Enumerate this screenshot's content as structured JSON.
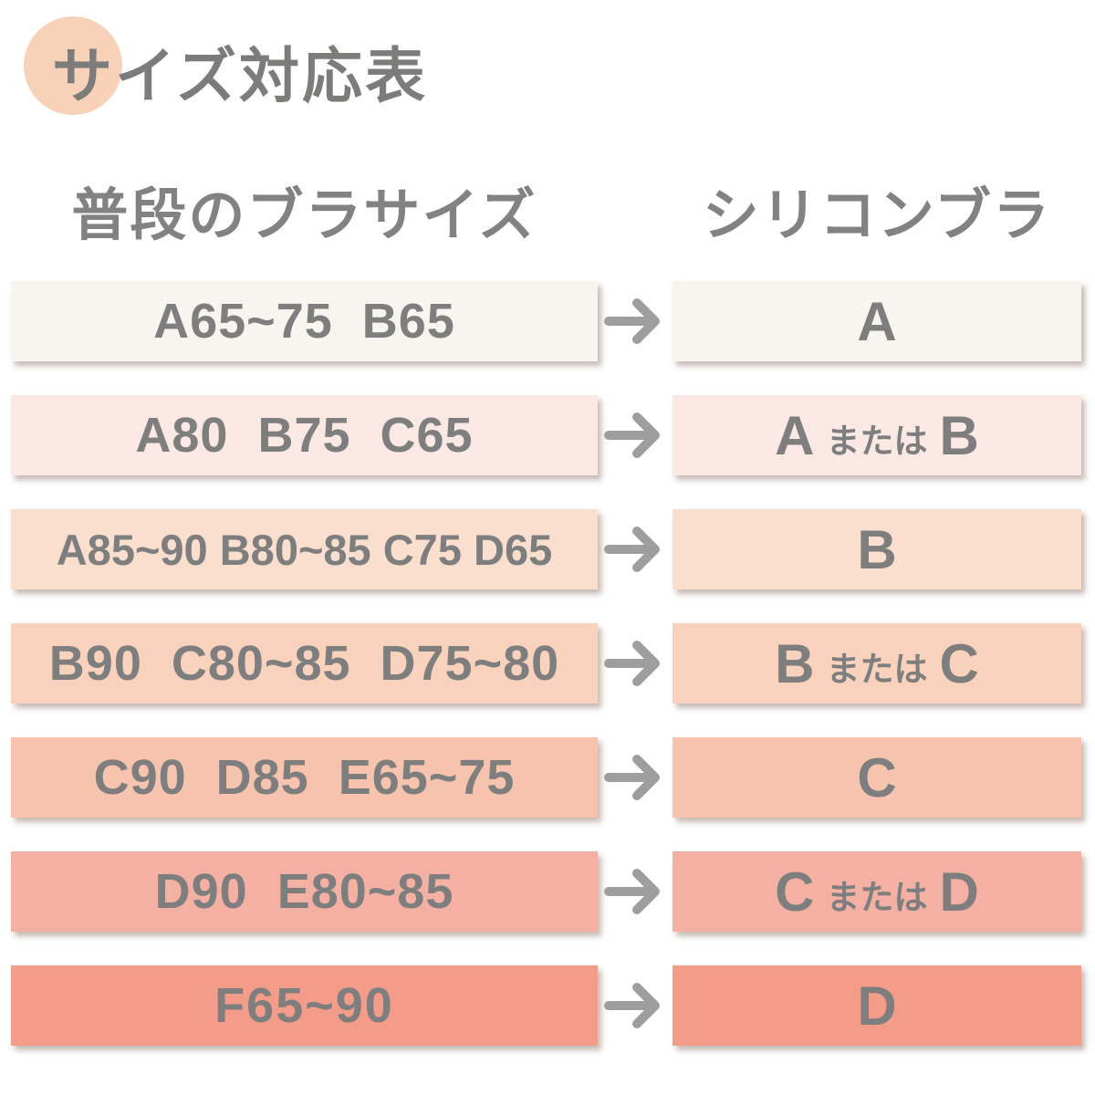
{
  "page": {
    "background": "#ffffff"
  },
  "title": {
    "text": "サイズ対応表",
    "circle_color": "#f8d2b8",
    "text_color": "#7c7c7a"
  },
  "headers": {
    "left": "普段のブラサイズ",
    "right": "シリコンブラ",
    "text_color": "#828282"
  },
  "arrow": {
    "name": "right-arrow",
    "color": "#9e9e9e"
  },
  "table": {
    "text_color": "#7e7e7e",
    "conjunction_word": "または",
    "rows": [
      {
        "left": "A65~75  B65",
        "right": [
          "A"
        ],
        "color": "#f8f4ef"
      },
      {
        "left": "A80  B75  C65",
        "right": [
          "A",
          "または",
          "B"
        ],
        "color": "#f9e8e3"
      },
      {
        "left": "A85~90 B80~85 C75 D65",
        "right": [
          "B"
        ],
        "color": "#fbdfce"
      },
      {
        "left": "B90  C80~85  D75~80",
        "right": [
          "B",
          "または",
          "C"
        ],
        "color": "#f8d2bc"
      },
      {
        "left": "C90  D85  E65~75",
        "right": [
          "C"
        ],
        "color": "#f6c3ae"
      },
      {
        "left": "D90  E80~85",
        "right": [
          "C",
          "または",
          "D"
        ],
        "color": "#f4b1a3"
      },
      {
        "left": "F65~90",
        "right": [
          "D"
        ],
        "color": "#f49c8a"
      }
    ]
  },
  "chart_data": {
    "type": "table",
    "title": "サイズ対応表",
    "columns": [
      "普段のブラサイズ",
      "シリコンブラ"
    ],
    "rows": [
      [
        "A65~75 B65",
        "A"
      ],
      [
        "A80 B75 C65",
        "A または B"
      ],
      [
        "A85~90 B80~85 C75 D65",
        "B"
      ],
      [
        "B90 C80~85 D75~80",
        "B または C"
      ],
      [
        "C90 D85 E65~75",
        "C"
      ],
      [
        "D90 E80~85",
        "C または D"
      ],
      [
        "F65~90",
        "D"
      ]
    ]
  }
}
